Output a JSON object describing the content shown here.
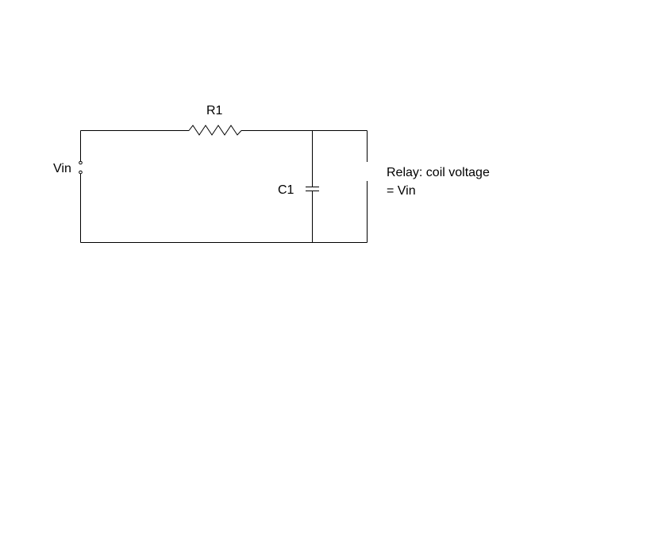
{
  "diagram": {
    "source_label": "Vin",
    "resistor_label": "R1",
    "capacitor_label": "C1",
    "relay_label_line1": "Relay: coil voltage",
    "relay_label_line2": "= Vin"
  },
  "colors": {
    "background": "#ffffff",
    "line": "#000000"
  }
}
